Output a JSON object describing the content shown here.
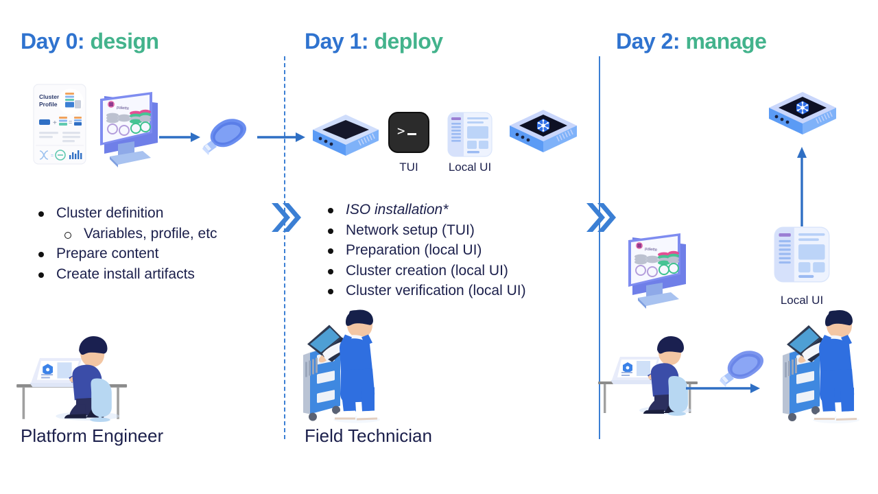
{
  "columns": [
    {
      "id": "day0",
      "title_lead": "Day 0:",
      "title_tail": "design",
      "role": "Platform Engineer",
      "bullets": [
        {
          "text": "Cluster definition",
          "level": 0,
          "italic": false
        },
        {
          "text": "Variables, profile, etc",
          "level": 1,
          "italic": false
        },
        {
          "text": "Prepare content",
          "level": 0,
          "italic": false
        },
        {
          "text": "Create install artifacts",
          "level": 0,
          "italic": false
        }
      ]
    },
    {
      "id": "day1",
      "title_lead": "Day 1:",
      "title_tail": "deploy",
      "role": "Field Technician",
      "bullets": [
        {
          "text": "ISO installation*",
          "level": 0,
          "italic": true
        },
        {
          "text": "Network setup (TUI)",
          "level": 0,
          "italic": false
        },
        {
          "text": "Preparation (local UI)",
          "level": 0,
          "italic": false
        },
        {
          "text": "Cluster creation (local UI)",
          "level": 0,
          "italic": false
        },
        {
          "text": "Cluster verification (local UI)",
          "level": 0,
          "italic": false
        }
      ]
    },
    {
      "id": "day2",
      "title_lead": "Day 2:",
      "title_tail": "manage",
      "role": "",
      "bullets": []
    }
  ],
  "captions": {
    "tui": "TUI",
    "local_ui_day1": "Local UI",
    "local_ui_day2": "Local UI",
    "cluster_profile_line1": "Cluster",
    "cluster_profile_line2": "Profile"
  },
  "colors": {
    "title_lead": "#2f73cf",
    "title_tail": "#43b38c",
    "accent_blue": "#3b7fd4",
    "text_dark": "#1b1f4b",
    "device_blue": "#5b9bf5",
    "device_light": "#c5d8fb",
    "terminal_black": "#262626"
  },
  "icons": {
    "chevron_day0": "double-chevron-right-icon",
    "chevron_day1": "double-chevron-right-icon",
    "usb_day0": "usb-drive-icon",
    "usb_day2": "usb-drive-icon",
    "terminal": "terminal-icon",
    "kubernetes": "kubernetes-wheel-icon",
    "appliance": "edge-appliance-icon",
    "monitor": "desktop-monitor-icon",
    "local_ui_panel": "ui-dashboard-icon",
    "cluster_profile_card": "cluster-profile-card-icon",
    "arrow_right": "arrow-right-icon",
    "arrow_up": "arrow-up-icon"
  }
}
